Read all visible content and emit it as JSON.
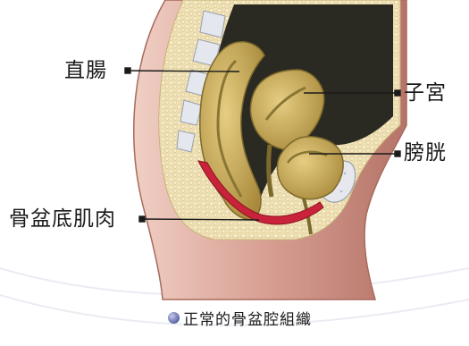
{
  "labels": {
    "rectum": "直腸",
    "uterus": "子宮",
    "bladder": "膀胱",
    "pelvic_floor": "骨盆底肌肉"
  },
  "caption": "正常的骨盆腔組織",
  "colors": {
    "skin": "#c98a80",
    "skin_light": "#e8bdb3",
    "fat": "#ecdcae",
    "cavity": "#2b2a22",
    "organ": "#c9ad5c",
    "organ_dark": "#8f7a36",
    "muscle": "#c8233a",
    "bone": "#e6e8ee"
  }
}
